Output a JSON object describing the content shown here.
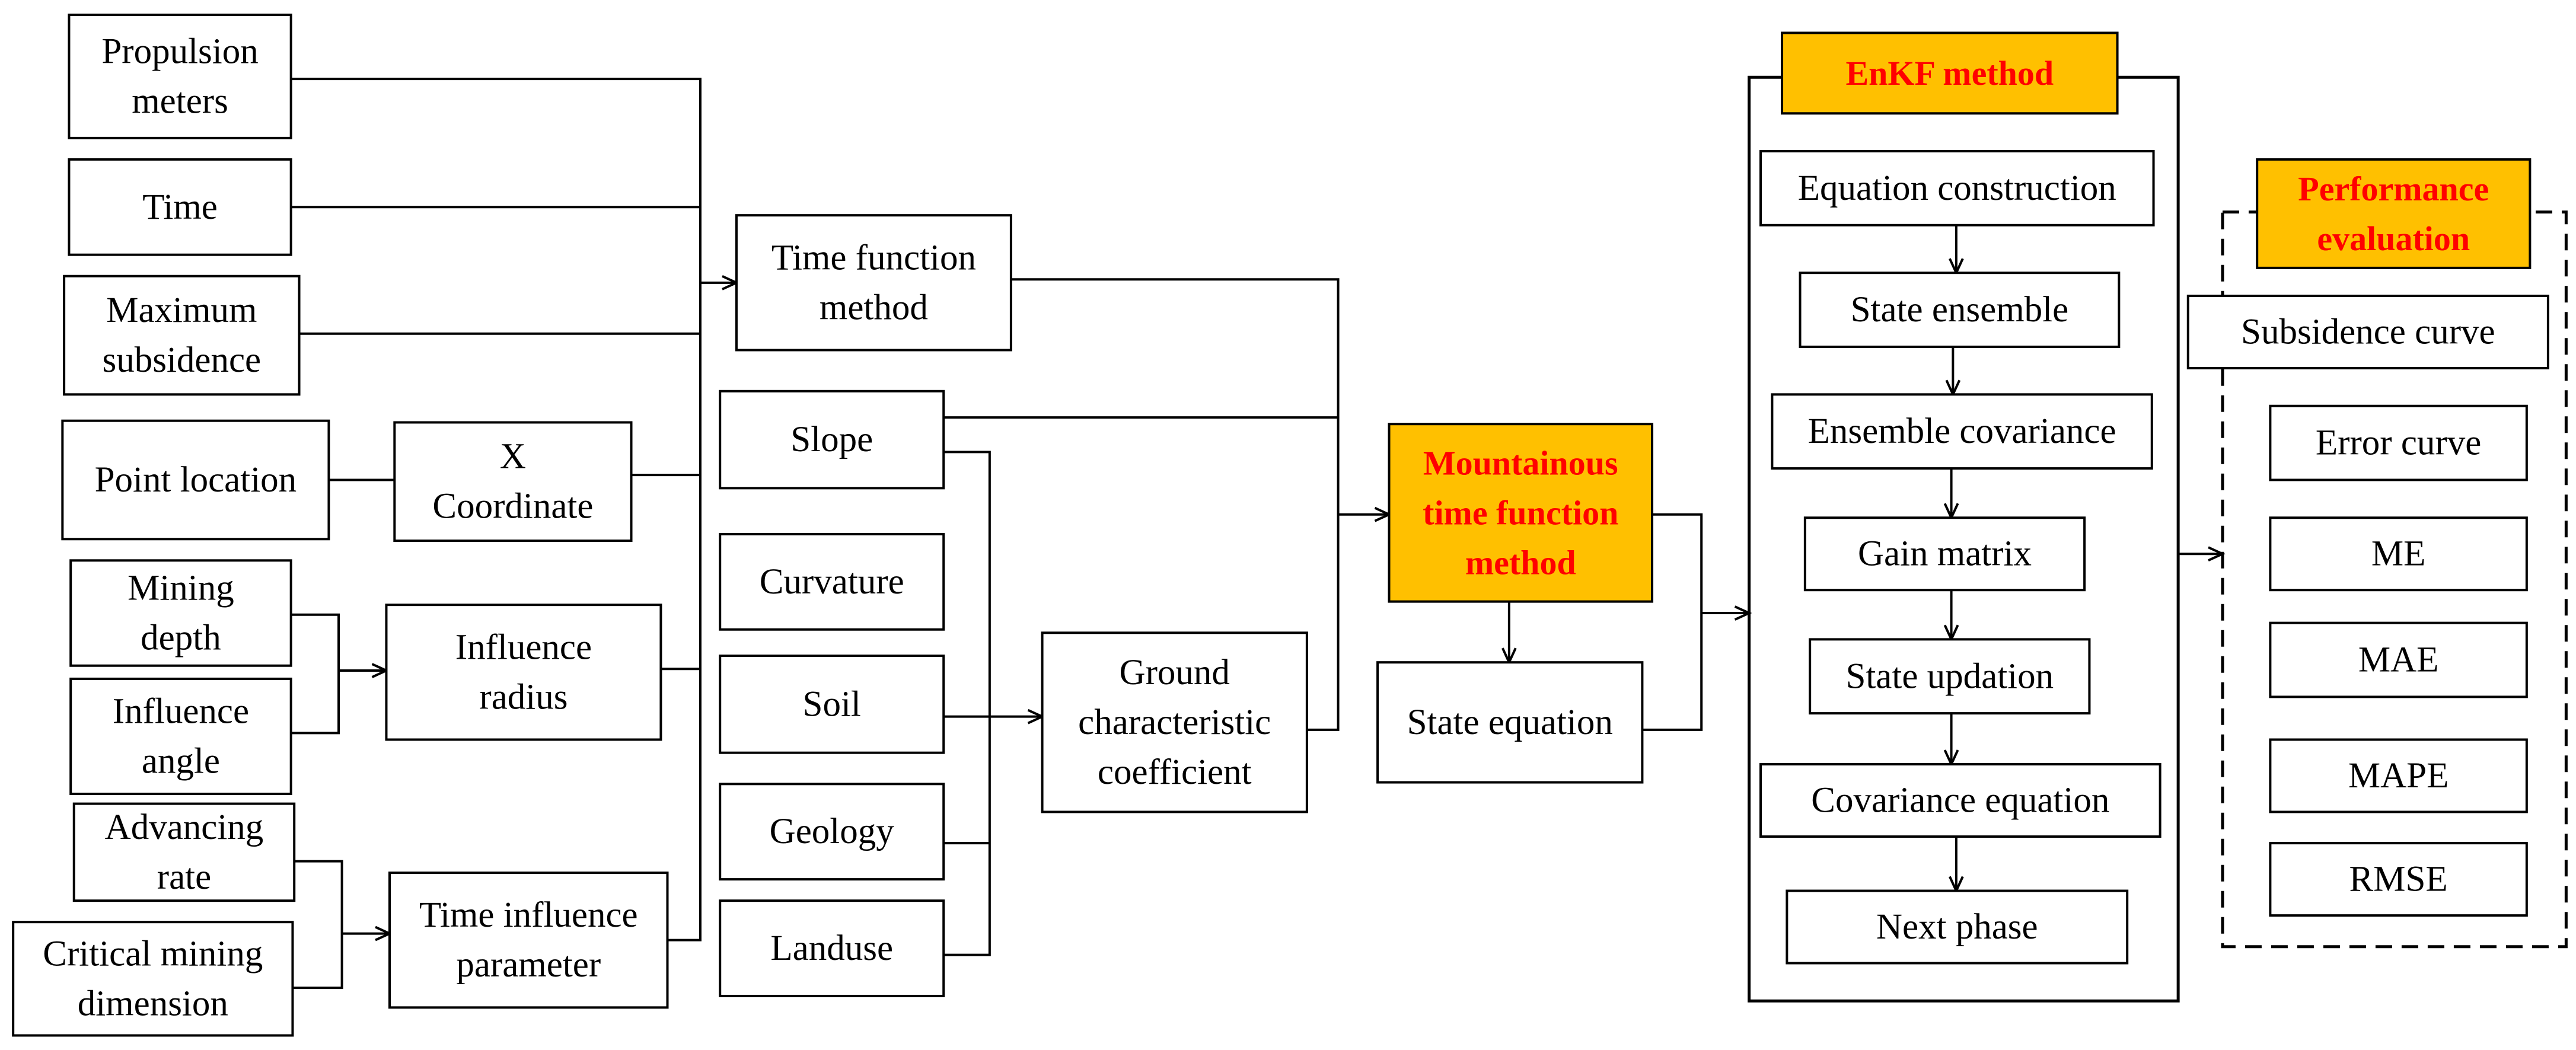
{
  "nodes": {
    "propulsion_meters": [
      "Propulsion",
      "meters"
    ],
    "time": [
      "Time"
    ],
    "maximum_subsidence": [
      "Maximum",
      "subsidence"
    ],
    "point_location": [
      "Point location"
    ],
    "x_coordinate": [
      "X",
      "Coordinate"
    ],
    "mining_depth": [
      "Mining",
      "depth"
    ],
    "influence_angle": [
      "Influence",
      "angle"
    ],
    "influence_radius": [
      "Influence",
      "radius"
    ],
    "advancing_rate": [
      "Advancing",
      "rate"
    ],
    "critical_mining_dimension": [
      "Critical mining",
      "dimension"
    ],
    "time_influence_parameter": [
      "Time influence",
      "parameter"
    ],
    "time_function_method": [
      "Time function",
      "method"
    ],
    "slope": [
      "Slope"
    ],
    "curvature": [
      "Curvature"
    ],
    "soil": [
      "Soil"
    ],
    "geology": [
      "Geology"
    ],
    "landuse": [
      "Landuse"
    ],
    "ground_characteristic_coefficient": [
      "Ground",
      "characteristic",
      "coefficient"
    ],
    "mountainous_time_function_method": [
      "Mountainous",
      "time function",
      "method"
    ],
    "state_equation": [
      "State equation"
    ],
    "enkf_method": [
      "EnKF method"
    ],
    "equation_construction": [
      "Equation construction"
    ],
    "state_ensemble": [
      "State ensemble"
    ],
    "ensemble_covariance": [
      "Ensemble covariance"
    ],
    "gain_matrix": [
      "Gain matrix"
    ],
    "state_updation": [
      "State updation"
    ],
    "covariance_equation": [
      "Covariance equation"
    ],
    "next_phase": [
      "Next phase"
    ],
    "performance_evaluation": [
      "Performance",
      "evaluation"
    ],
    "subsidence_curve": [
      "Subsidence curve"
    ],
    "error_curve": [
      "Error curve"
    ],
    "me": [
      "ME"
    ],
    "mae": [
      "MAE"
    ],
    "mape": [
      "MAPE"
    ],
    "rmse": [
      "RMSE"
    ]
  },
  "colors": {
    "highlight_fill": "#FFC000",
    "highlight_text": "#FF0000",
    "line": "#000000"
  }
}
